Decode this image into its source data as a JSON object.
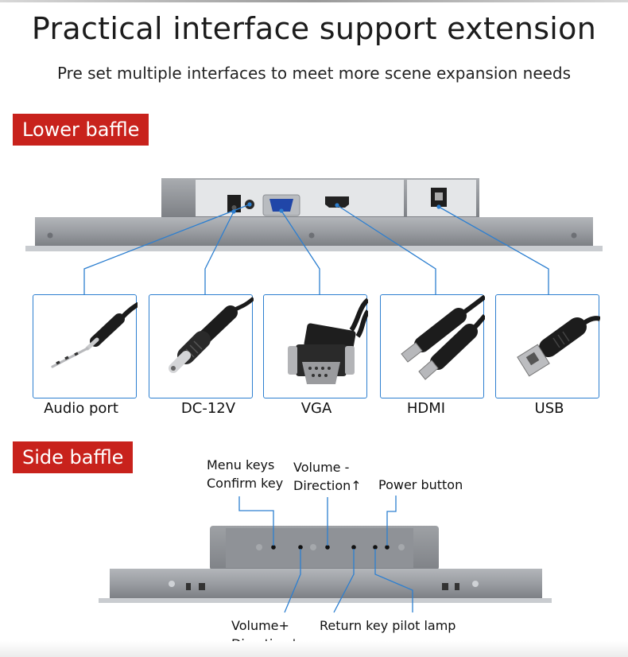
{
  "header": {
    "title": "Practical interface support extension",
    "subtitle": "Pre set multiple interfaces to meet more scene expansion needs"
  },
  "lower_baffle": {
    "tag": "Lower baffle",
    "ports": [
      {
        "label": "Audio port",
        "icon": "audio-jack-icon"
      },
      {
        "label": "DC-12V",
        "icon": "dc-plug-icon"
      },
      {
        "label": "VGA",
        "icon": "vga-connector-icon"
      },
      {
        "label": "HDMI",
        "icon": "hdmi-cable-icon"
      },
      {
        "label": "USB",
        "icon": "usb-b-cable-icon"
      }
    ]
  },
  "side_baffle": {
    "tag": "Side baffle",
    "labels": {
      "menu_line1": "Menu keys",
      "menu_line2": "Confirm key",
      "vol_minus_line1": "Volume -",
      "vol_minus_line2": "Direction↑",
      "power": "Power button",
      "vol_plus_line1": "Volume+",
      "vol_plus_line2": "Direction↓",
      "return": "Return key pilot lamp"
    }
  },
  "colors": {
    "accent_red": "#c8221c",
    "leader_blue": "#2d7fd0",
    "panel_gray": "#8a8d91"
  }
}
